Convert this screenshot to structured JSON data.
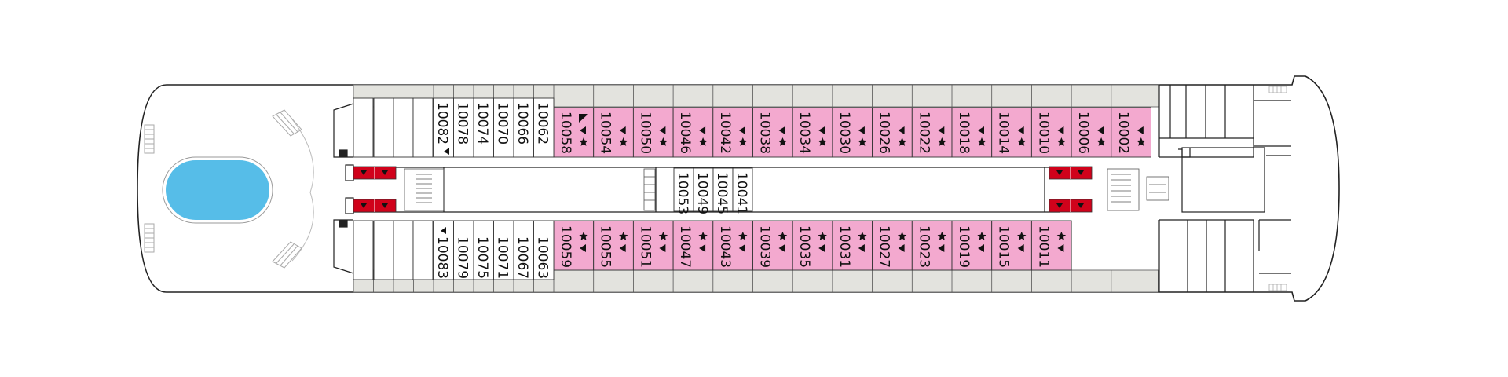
{
  "deck": {
    "colors": {
      "cabin_pink": "#f3a9cf",
      "pool_blue": "#56bde8",
      "corridor_grey": "#e3e3de",
      "lifeboat_red": "#d0021b",
      "outline": "#222222"
    },
    "icons": {
      "cabin_feature_a": "star-icon",
      "cabin_feature_b": "triangle-left-icon",
      "connecting": "corner-triangle-icon",
      "stairs": "stairs-icon",
      "lifeboat": "lifeboat-icon",
      "pool": "pool-icon"
    },
    "pink_top": [
      {
        "no": "10058",
        "connecting": true
      },
      {
        "no": "10054"
      },
      {
        "no": "10050"
      },
      {
        "no": "10046"
      },
      {
        "no": "10042"
      },
      {
        "no": "10038"
      },
      {
        "no": "10034"
      },
      {
        "no": "10030"
      },
      {
        "no": "10026"
      },
      {
        "no": "10022"
      },
      {
        "no": "10018"
      },
      {
        "no": "10014"
      },
      {
        "no": "10010"
      },
      {
        "no": "10006"
      },
      {
        "no": "10002"
      }
    ],
    "pink_bottom": [
      {
        "no": "10059"
      },
      {
        "no": "10055"
      },
      {
        "no": "10051"
      },
      {
        "no": "10047"
      },
      {
        "no": "10043"
      },
      {
        "no": "10039"
      },
      {
        "no": "10035"
      },
      {
        "no": "10031"
      },
      {
        "no": "10027"
      },
      {
        "no": "10023"
      },
      {
        "no": "10019"
      },
      {
        "no": "10015"
      },
      {
        "no": "10011"
      }
    ],
    "white_top": [
      {
        "no": "10082",
        "marker": true
      },
      {
        "no": "10078"
      },
      {
        "no": "10074"
      },
      {
        "no": "10070"
      },
      {
        "no": "10066"
      },
      {
        "no": "10062"
      }
    ],
    "white_bottom": [
      {
        "no": "10083",
        "marker": true
      },
      {
        "no": "10079"
      },
      {
        "no": "10075"
      },
      {
        "no": "10071"
      },
      {
        "no": "10067"
      },
      {
        "no": "10063"
      }
    ],
    "inner_cabins": [
      "10053",
      "10049",
      "10045",
      "10041"
    ]
  }
}
